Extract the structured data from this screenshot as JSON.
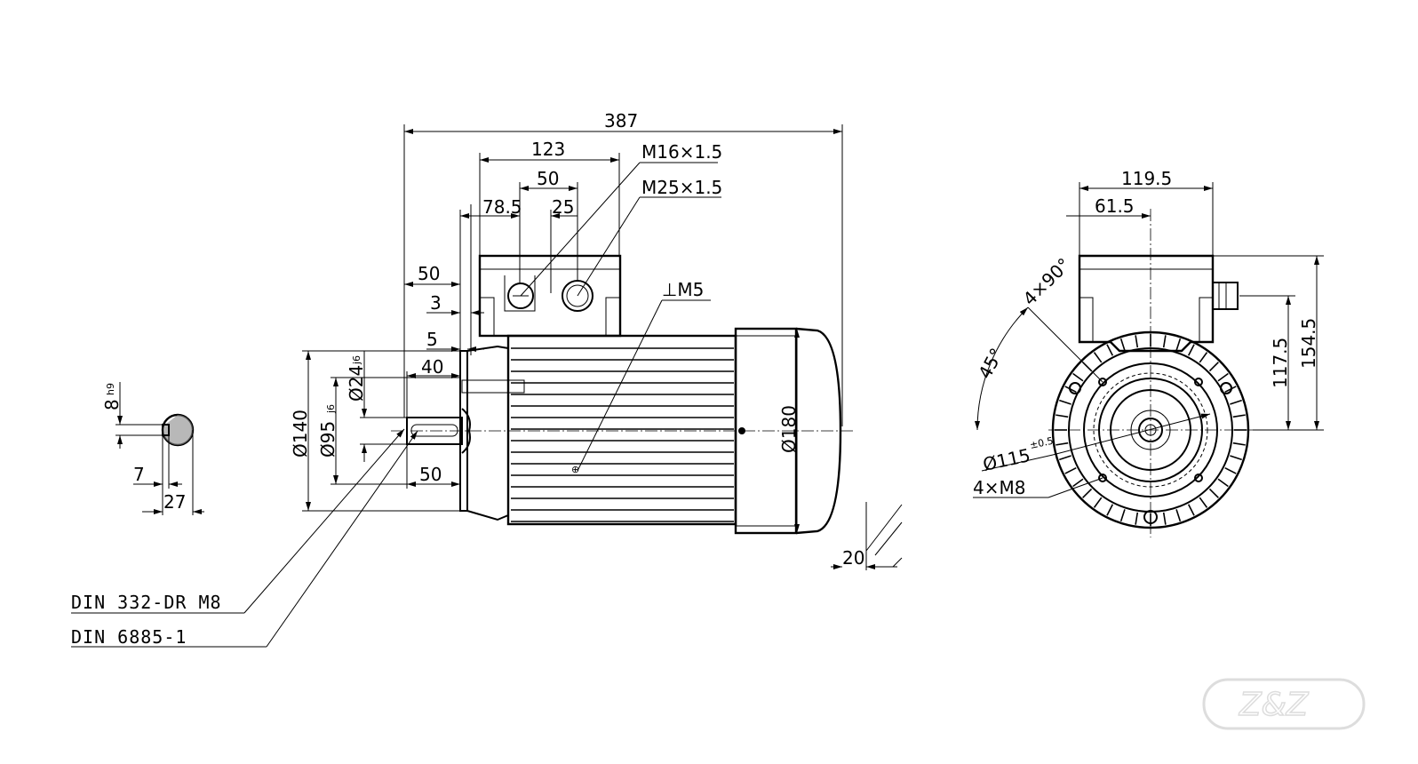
{
  "side_view": {
    "overall_length": "387",
    "terminal_box_length": "123",
    "gland_spacing": "50",
    "box_offset": "78.5",
    "gland_offset": "25",
    "gland_m16": "M16×1.5",
    "gland_m25": "M25×1.5",
    "flange_to_box": "50",
    "flange_thickness": "3",
    "spigot_depth": "5",
    "key_length": "40",
    "shaft_length": "50",
    "shaft_diameter": "Ø24",
    "shaft_tolerance": "j6",
    "spigot_diameter": "Ø95",
    "spigot_tolerance": "j6",
    "flange_diameter": "Ø140",
    "earth_thread": "⊥M5",
    "fan_cover_diameter": "Ø180",
    "foot_offset": "20"
  },
  "key_section": {
    "key_width": "8",
    "key_tolerance": "h9",
    "key_depth": "7",
    "shaft_height": "27"
  },
  "leaders": {
    "centre_hole": "DIN 332-DR M8",
    "key_standard": "DIN 6885-1"
  },
  "end_view": {
    "box_width": "119.5",
    "box_center_offset": "61.5",
    "hole_angle": "4×90°",
    "hole_start_angle": "45°",
    "gland_height": "117.5",
    "box_height": "154.5",
    "pitch_circle": "Ø115",
    "pitch_tolerance": "±0.5",
    "holes": "4×M8"
  },
  "logo": {
    "text": "Z&Z"
  }
}
